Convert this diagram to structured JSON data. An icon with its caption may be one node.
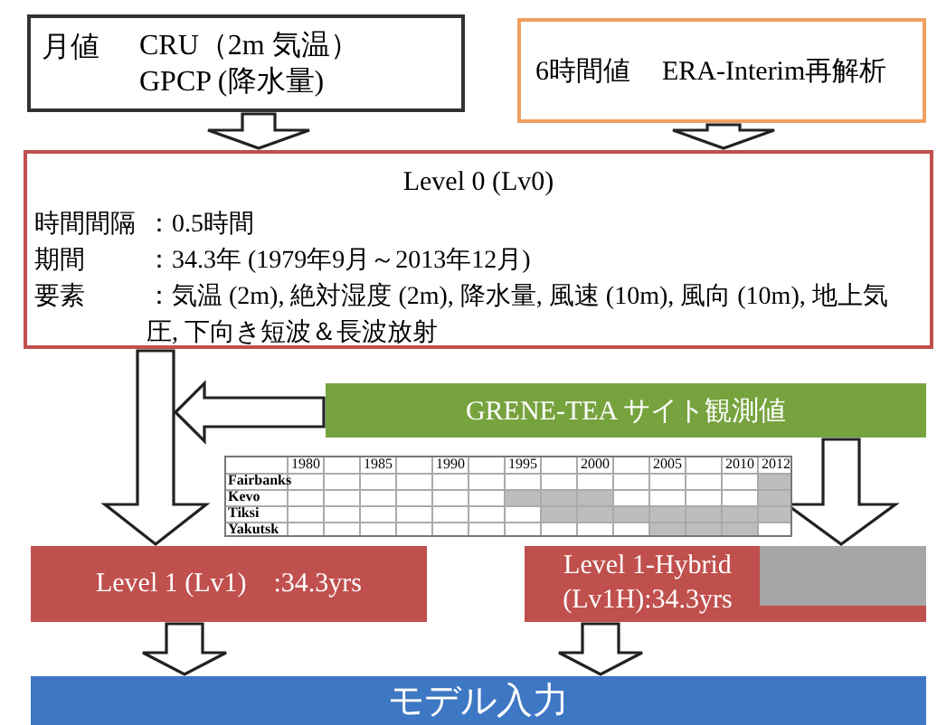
{
  "diagram": {
    "nodes": [
      {
        "text": [
          "月値",
          "CRU（2m 気温） GPCP (降水量)"
        ]
      },
      {
        "text": [
          "6時間値",
          "ERA-Interim再解析"
        ]
      },
      {
        "text": [
          "Level 0 (Lv0)",
          "時間間隔",
          "：0.5時間",
          "期間",
          "：34.3年 (1979年9月～2013年12月)",
          "要素",
          "：気温 (2m), 絶対湿度 (2m), 降水量, 風速 (10m), 風向 (10m), 地上気圧, 下向き短波＆長波放射"
        ]
      },
      {
        "text": [
          "GRENE-TEA サイト観測値"
        ]
      },
      {
        "text": [
          "Level 1 (Lv1)　:34.3yrs"
        ]
      },
      {
        "text": [
          "Level 1-Hybrid (Lv1H):34.3yrs"
        ]
      },
      {
        "text": [
          "モデル入力"
        ]
      }
    ],
    "edges": [
      {
        "from": 0,
        "to": 2,
        "arrow": "to"
      },
      {
        "from": 1,
        "to": 2,
        "arrow": "to"
      },
      {
        "from": 2,
        "to": 4,
        "arrow": "to"
      },
      {
        "from": 3,
        "to": 4,
        "arrow": "to"
      },
      {
        "from": 3,
        "to": 5,
        "arrow": "to"
      },
      {
        "from": 4,
        "to": 6,
        "arrow": "to"
      },
      {
        "from": 5,
        "to": 6,
        "arrow": "to"
      }
    ],
    "labels": [
      "1980",
      "1985",
      "1990",
      "1995",
      "2000",
      "2005",
      "2010",
      "2012",
      "Fairbanks",
      "Kevo",
      "Tiksi",
      "Yakutsk"
    ]
  }
}
